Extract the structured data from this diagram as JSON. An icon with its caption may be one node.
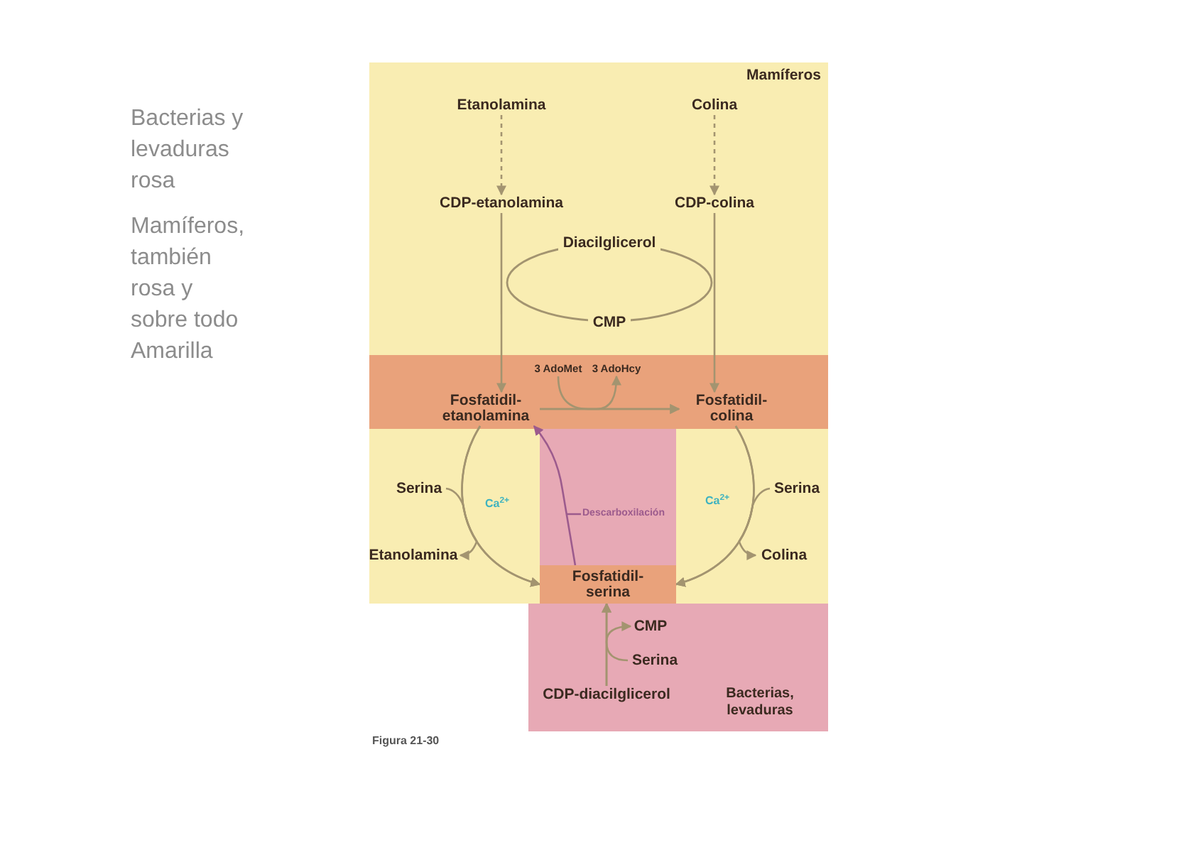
{
  "diagram": {
    "caption": "Figura 21-30",
    "nodes": [
      {
        "text": [
          "Etanolamina"
        ]
      },
      {
        "text": [
          "Colina"
        ]
      },
      {
        "text": [
          "CDP-etanolamina"
        ]
      },
      {
        "text": [
          "CDP-colina"
        ]
      },
      {
        "text": [
          "Diacilglicerol",
          "CMP"
        ]
      },
      {
        "text": [
          "Fosfatidil- etanolamina"
        ]
      },
      {
        "text": [
          "3 AdoMet"
        ]
      },
      {
        "text": [
          "3 AdoHcy"
        ]
      },
      {
        "text": [
          "Fosfatidil- colina"
        ]
      },
      {
        "text": [
          "Serina"
        ]
      },
      {
        "text": [
          "Etanolamina"
        ]
      },
      {
        "text": [
          "Serina"
        ]
      },
      {
        "text": [
          "Colina"
        ]
      },
      {
        "text": [
          "Fosfatidil- serina"
        ]
      },
      {
        "text": [
          "CMP"
        ]
      },
      {
        "text": [
          "Serina"
        ]
      },
      {
        "text": [
          "CDP-diacilglicerol"
        ]
      }
    ],
    "edges": [
      {
        "from": 0,
        "to": 2,
        "arrow": "to",
        "style": "dashed"
      },
      {
        "from": 1,
        "to": 3,
        "arrow": "to",
        "style": "dashed"
      },
      {
        "from": 2,
        "to": 5,
        "arrow": "to"
      },
      {
        "from": 3,
        "to": 8,
        "arrow": "to"
      },
      {
        "from": 5,
        "to": 8,
        "arrow": "to"
      },
      {
        "from": 6,
        "to": 8,
        "arrow": "to"
      },
      {
        "from": 5,
        "to": 7,
        "arrow": "to"
      },
      {
        "from": 5,
        "to": 13,
        "arrow": "to"
      },
      {
        "from": 9,
        "to": 13,
        "arrow": "to"
      },
      {
        "from": 5,
        "to": 10,
        "arrow": "to"
      },
      {
        "from": 8,
        "to": 13,
        "arrow": "to"
      },
      {
        "from": 11,
        "to": 13,
        "arrow": "to"
      },
      {
        "from": 8,
        "to": 12,
        "arrow": "to"
      },
      {
        "from": 13,
        "to": 5,
        "arrow": "to",
        "label": "Descarboxilación",
        "color": "#9c5b8d"
      },
      {
        "from": 16,
        "to": 13,
        "arrow": "to"
      },
      {
        "from": 15,
        "to": 13,
        "arrow": "to"
      },
      {
        "from": 16,
        "to": 14,
        "arrow": "to"
      }
    ],
    "labels": [
      "Bacterias y levaduras rosa",
      "Mamíferos, también rosa y sobre todo Amarilla",
      "Mamíferos",
      "Ca$^{2+}$",
      "Ca$^{2+}$",
      "Bacterias, levaduras"
    ]
  }
}
